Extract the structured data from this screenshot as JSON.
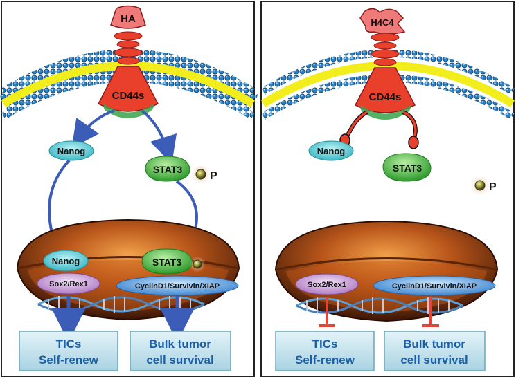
{
  "left_panel": {
    "ligand": "HA",
    "receptor": "CD44s",
    "cyto_nanog": "Nanog",
    "cyto_stat3": "STAT3",
    "phospho": "P",
    "nuc_nanog": "Nanog",
    "nuc_stat3": "STAT3",
    "nuc_sox": "Sox2/Rex1",
    "nuc_cyclin": "CyclinD1/Survivin/XIAP",
    "box1_line1": "TICs",
    "box1_line2": "Self-renew",
    "box2_line1": "Bulk tumor",
    "box2_line2": "cell survival"
  },
  "right_panel": {
    "ligand": "H4C4",
    "receptor": "CD44s",
    "cyto_nanog": "Nanog",
    "cyto_stat3": "STAT3",
    "phospho": "P",
    "nuc_sox": "Sox2/Rex1",
    "nuc_cyclin": "CyclinD1/Survivin/XIAP",
    "box1_line1": "TICs",
    "box1_line2": "Self-renew",
    "box2_line1": "Bulk tumor",
    "box2_line2": "cell survival"
  },
  "colors": {
    "membrane_yellow": "#f2ee1e",
    "lipid_blue": "#2a7fc0",
    "receptor_red": "#e8402a",
    "arrow_blue": "#3b5db8",
    "inhibit_red": "#e0463a",
    "nanog_teal": "#5fd0d8",
    "stat3_green": "#5cc64a",
    "sox_purple": "#c9a2d6",
    "cyclin_blue": "#5aa2e0",
    "box_fill": "#cfe8f0",
    "box_text": "#1a5fa8"
  }
}
